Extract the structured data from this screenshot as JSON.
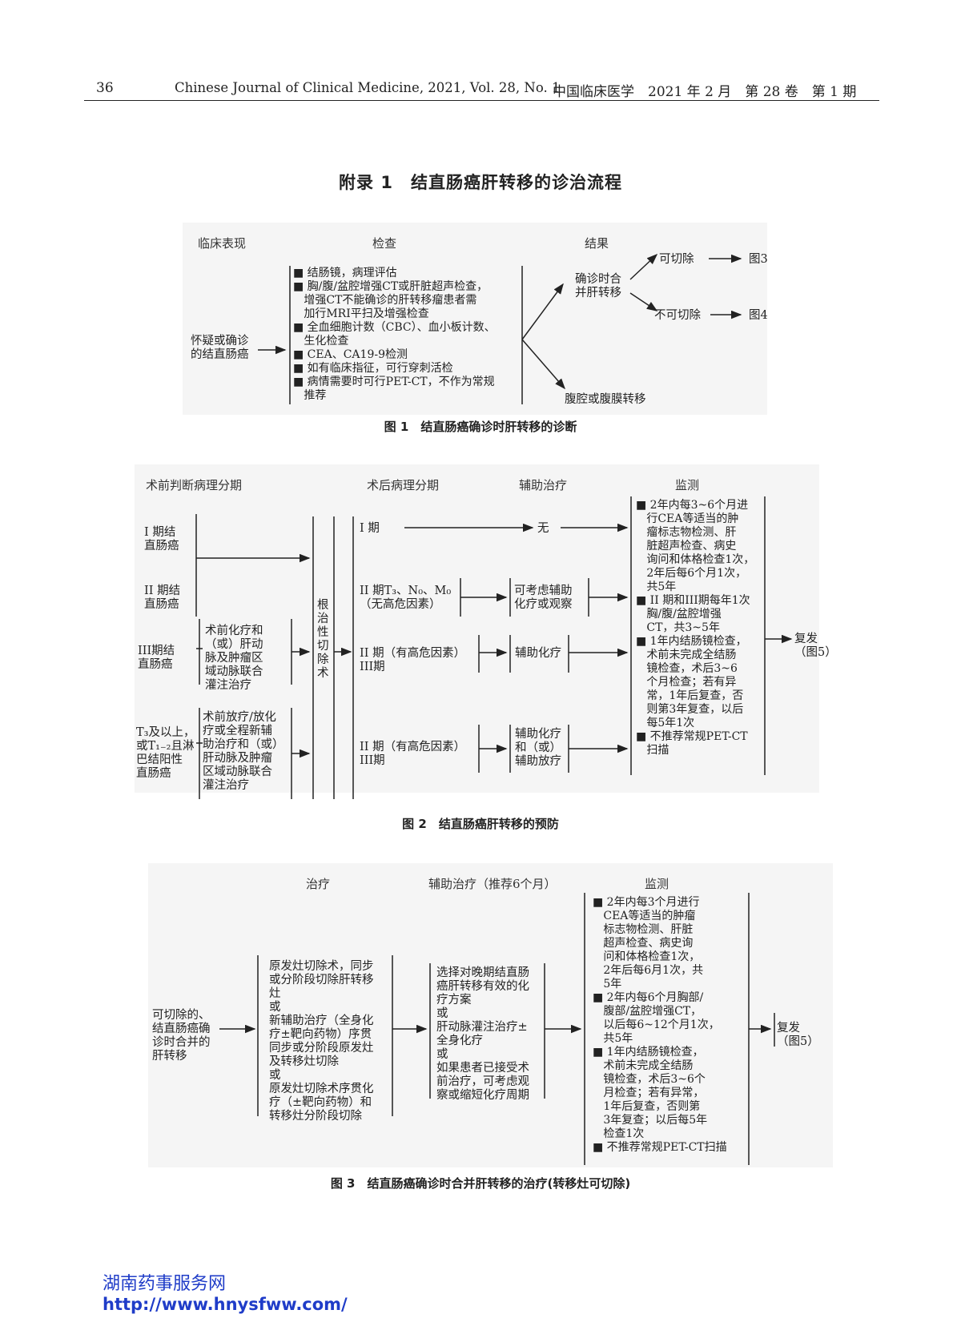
{
  "header": {
    "page_number": "36",
    "journal_en": "Chinese Journal of Clinical Medicine, 2021, Vol. 28, No. 1",
    "journal_cn": "中国临床医学　2021 年 2 月　第 28 卷　第 1 期"
  },
  "appendix_title": "附录 1　结直肠癌肝转移的诊治流程",
  "fig1": {
    "caption": "图 1　结直肠癌确诊时肝转移的诊断",
    "col_clinical": "临床表现",
    "col_exam": "检查",
    "col_result": "结果",
    "suspect": "怀疑或确诊\n的结直肠癌",
    "exams": "■ 结肠镜，病理评估\n■ 胸/腹/盆腔增强CT或肝脏超声检查，\n   增强CT不能确诊的肝转移瘤患者需\n   加行MRI平扫及增强检查\n■ 全血细胞计数（CBC）、血小板计数、\n   生化检查\n■ CEA、CA19-9检测\n■ 如有临床指征，可行穿刺活检\n■ 病情需要时可行PET-CT，不作为常规\n   推荐",
    "confirmed": "确诊时合\n并肝转移",
    "resectable": "可切除",
    "fig3_ref": "图3",
    "unresectable": "不可切除",
    "fig4_ref": "图4",
    "peritoneal": "腹腔或腹膜转移"
  },
  "fig2": {
    "caption": "图 2　结直肠癌肝转移的预防",
    "col_preop": "术前判断病理分期",
    "col_postop": "术后病理分期",
    "col_adjuvant": "辅助治疗",
    "col_monitor": "监测",
    "stage1": "I 期结\n直肠癌",
    "stage2": "II 期结\n直肠癌",
    "stage3": "III期结\n直肠癌",
    "t3": "T₃及以上，\n或T₁₋₂且淋\n巴结阳性\n直肠癌",
    "neo_chemo": "术前化疗和\n（或）肝动\n脉及肿瘤区\n域动脉联合\n灌注治疗",
    "neo_radio": "术前放疗/放化\n疗或全程新辅\n助治疗和（或）\n肝动脉及肿瘤\n区域动脉联合\n灌注治疗",
    "radical": "根\n治\n性\n切\n除\n术",
    "post_i": "I 期",
    "none": "无",
    "post_ii_low": "II 期T₃、N₀、M₀\n（无高危因素）",
    "consider": "可考虑辅助\n化疗或观察",
    "post_ii_high_a": "II 期（有高危因素）\nIII期",
    "adj_chemo": "辅助化疗",
    "post_ii_high_b": "II 期（有高危因素）\nIII期",
    "adj_chemo_radio": "辅助化疗\n和（或）\n辅助放疗",
    "monitor": "■ 2年内每3~6个月进\n   行CEA等适当的肿\n   瘤标志物检测、肝\n   脏超声检查、病史\n   询问和体格检查1次，\n   2年后每6个月1次，\n   共5年\n■ II 期和III期每年1次\n   胸/腹/盆腔增强\n   CT，共3~5年\n■ 1年内结肠镜检查，\n   术前未完成全结肠\n   镜检查，术后3~6\n   个月检查；若有异\n   常，1年后复查，否\n   则第3年复查，以后\n   每5年1次\n■ 不推荐常规PET-CT\n   扫描",
    "relapse": "复发\n（图5）"
  },
  "fig3": {
    "caption": "图 3　结直肠癌确诊时合并肝转移的治疗(转移灶可切除)",
    "col_treat": "治疗",
    "col_adjuvant": "辅助治疗（推荐6个月）",
    "col_monitor": "监测",
    "patient": "可切除的、\n结直肠癌确\n诊时合并的\n肝转移",
    "treatment": "原发灶切除术，同步\n或分阶段切除肝转移\n灶\n或\n新辅助治疗（全身化\n疗±靶向药物）序贯\n同步或分阶段原发灶\n及转移灶切除\n或\n原发灶切除术序贯化\n疗（±靶向药物）和\n转移灶分阶段切除",
    "adjuvant": "选择对晚期结直肠\n癌肝转移有效的化\n疗方案\n或\n肝动脉灌注治疗±\n全身化疗\n或\n如果患者已接受术\n前治疗，可考虑观\n察或缩短化疗周期",
    "monitor": "■ 2年内每3个月进行\n   CEA等适当的肿瘤\n   标志物检测、肝脏\n   超声检查、病史询\n   问和体格检查1次，\n   2年后每6月1次，共\n   5年\n■ 2年内每6个月胸部/\n   腹部/盆腔增强CT，\n   以后每6~12个月1次，\n   共5年\n■ 1年内结肠镜检查，\n   术前未完成全结肠\n   镜检查，术后3~6个\n   月检查；若有异常，\n   1年后复查，否则第\n   3年复查；以后每5年\n   检查1次\n■ 不推荐常规PET-CT扫描",
    "relapse": "复发\n（图5）"
  },
  "footer": {
    "site_name": "湖南药事服务网",
    "url": "http://www.hnysfww.com/"
  },
  "colors": {
    "figure_bg": "#f5f5f5",
    "text": "#222222",
    "footer_link": "#1f3cc8"
  }
}
